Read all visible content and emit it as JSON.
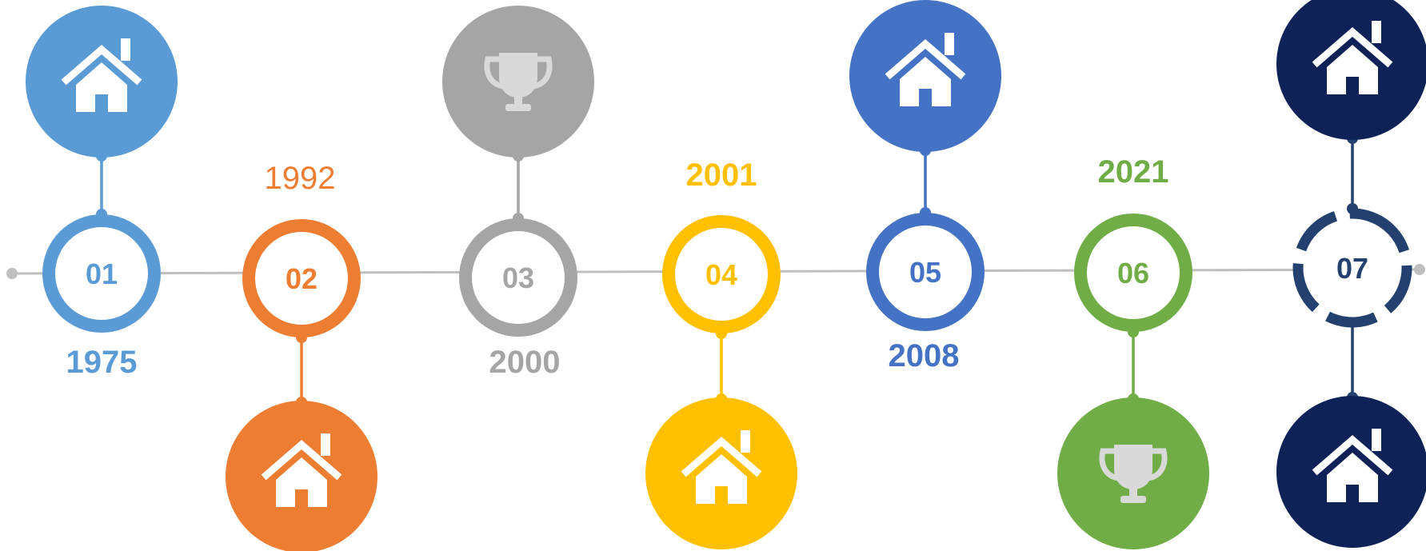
{
  "caption": "",
  "timeline": {
    "line_color": "#BFBFBF",
    "milestones": [
      {
        "number": "01",
        "year": "1975",
        "color": "#5B9BD5",
        "icon": "house-icon",
        "bubble_side": "top",
        "year_side": "below",
        "year_bold": true
      },
      {
        "number": "02",
        "year": "1992",
        "color": "#ED7D31",
        "icon": "house-icon",
        "bubble_side": "bottom",
        "year_side": "above",
        "year_bold": false
      },
      {
        "number": "03",
        "year": "2000",
        "color": "#A5A5A5",
        "icon": "trophy-icon",
        "bubble_side": "top",
        "year_side": "below",
        "year_bold": true
      },
      {
        "number": "04",
        "year": "2001",
        "color": "#FFC000",
        "icon": "house-icon",
        "bubble_side": "bottom",
        "year_side": "above",
        "year_bold": true
      },
      {
        "number": "05",
        "year": "2008",
        "color": "#4472C4",
        "icon": "house-icon",
        "bubble_side": "top",
        "year_side": "below",
        "year_bold": true
      },
      {
        "number": "06",
        "year": "2021",
        "color": "#70AD47",
        "icon": "trophy-icon",
        "bubble_side": "bottom",
        "year_side": "above",
        "year_bold": true
      },
      {
        "number": "07",
        "year": "",
        "color": "#0E2258",
        "ring_color": "#23406E",
        "icon": "house-icon",
        "bubble_side": "both",
        "year_side": "none",
        "year_bold": true
      }
    ]
  }
}
